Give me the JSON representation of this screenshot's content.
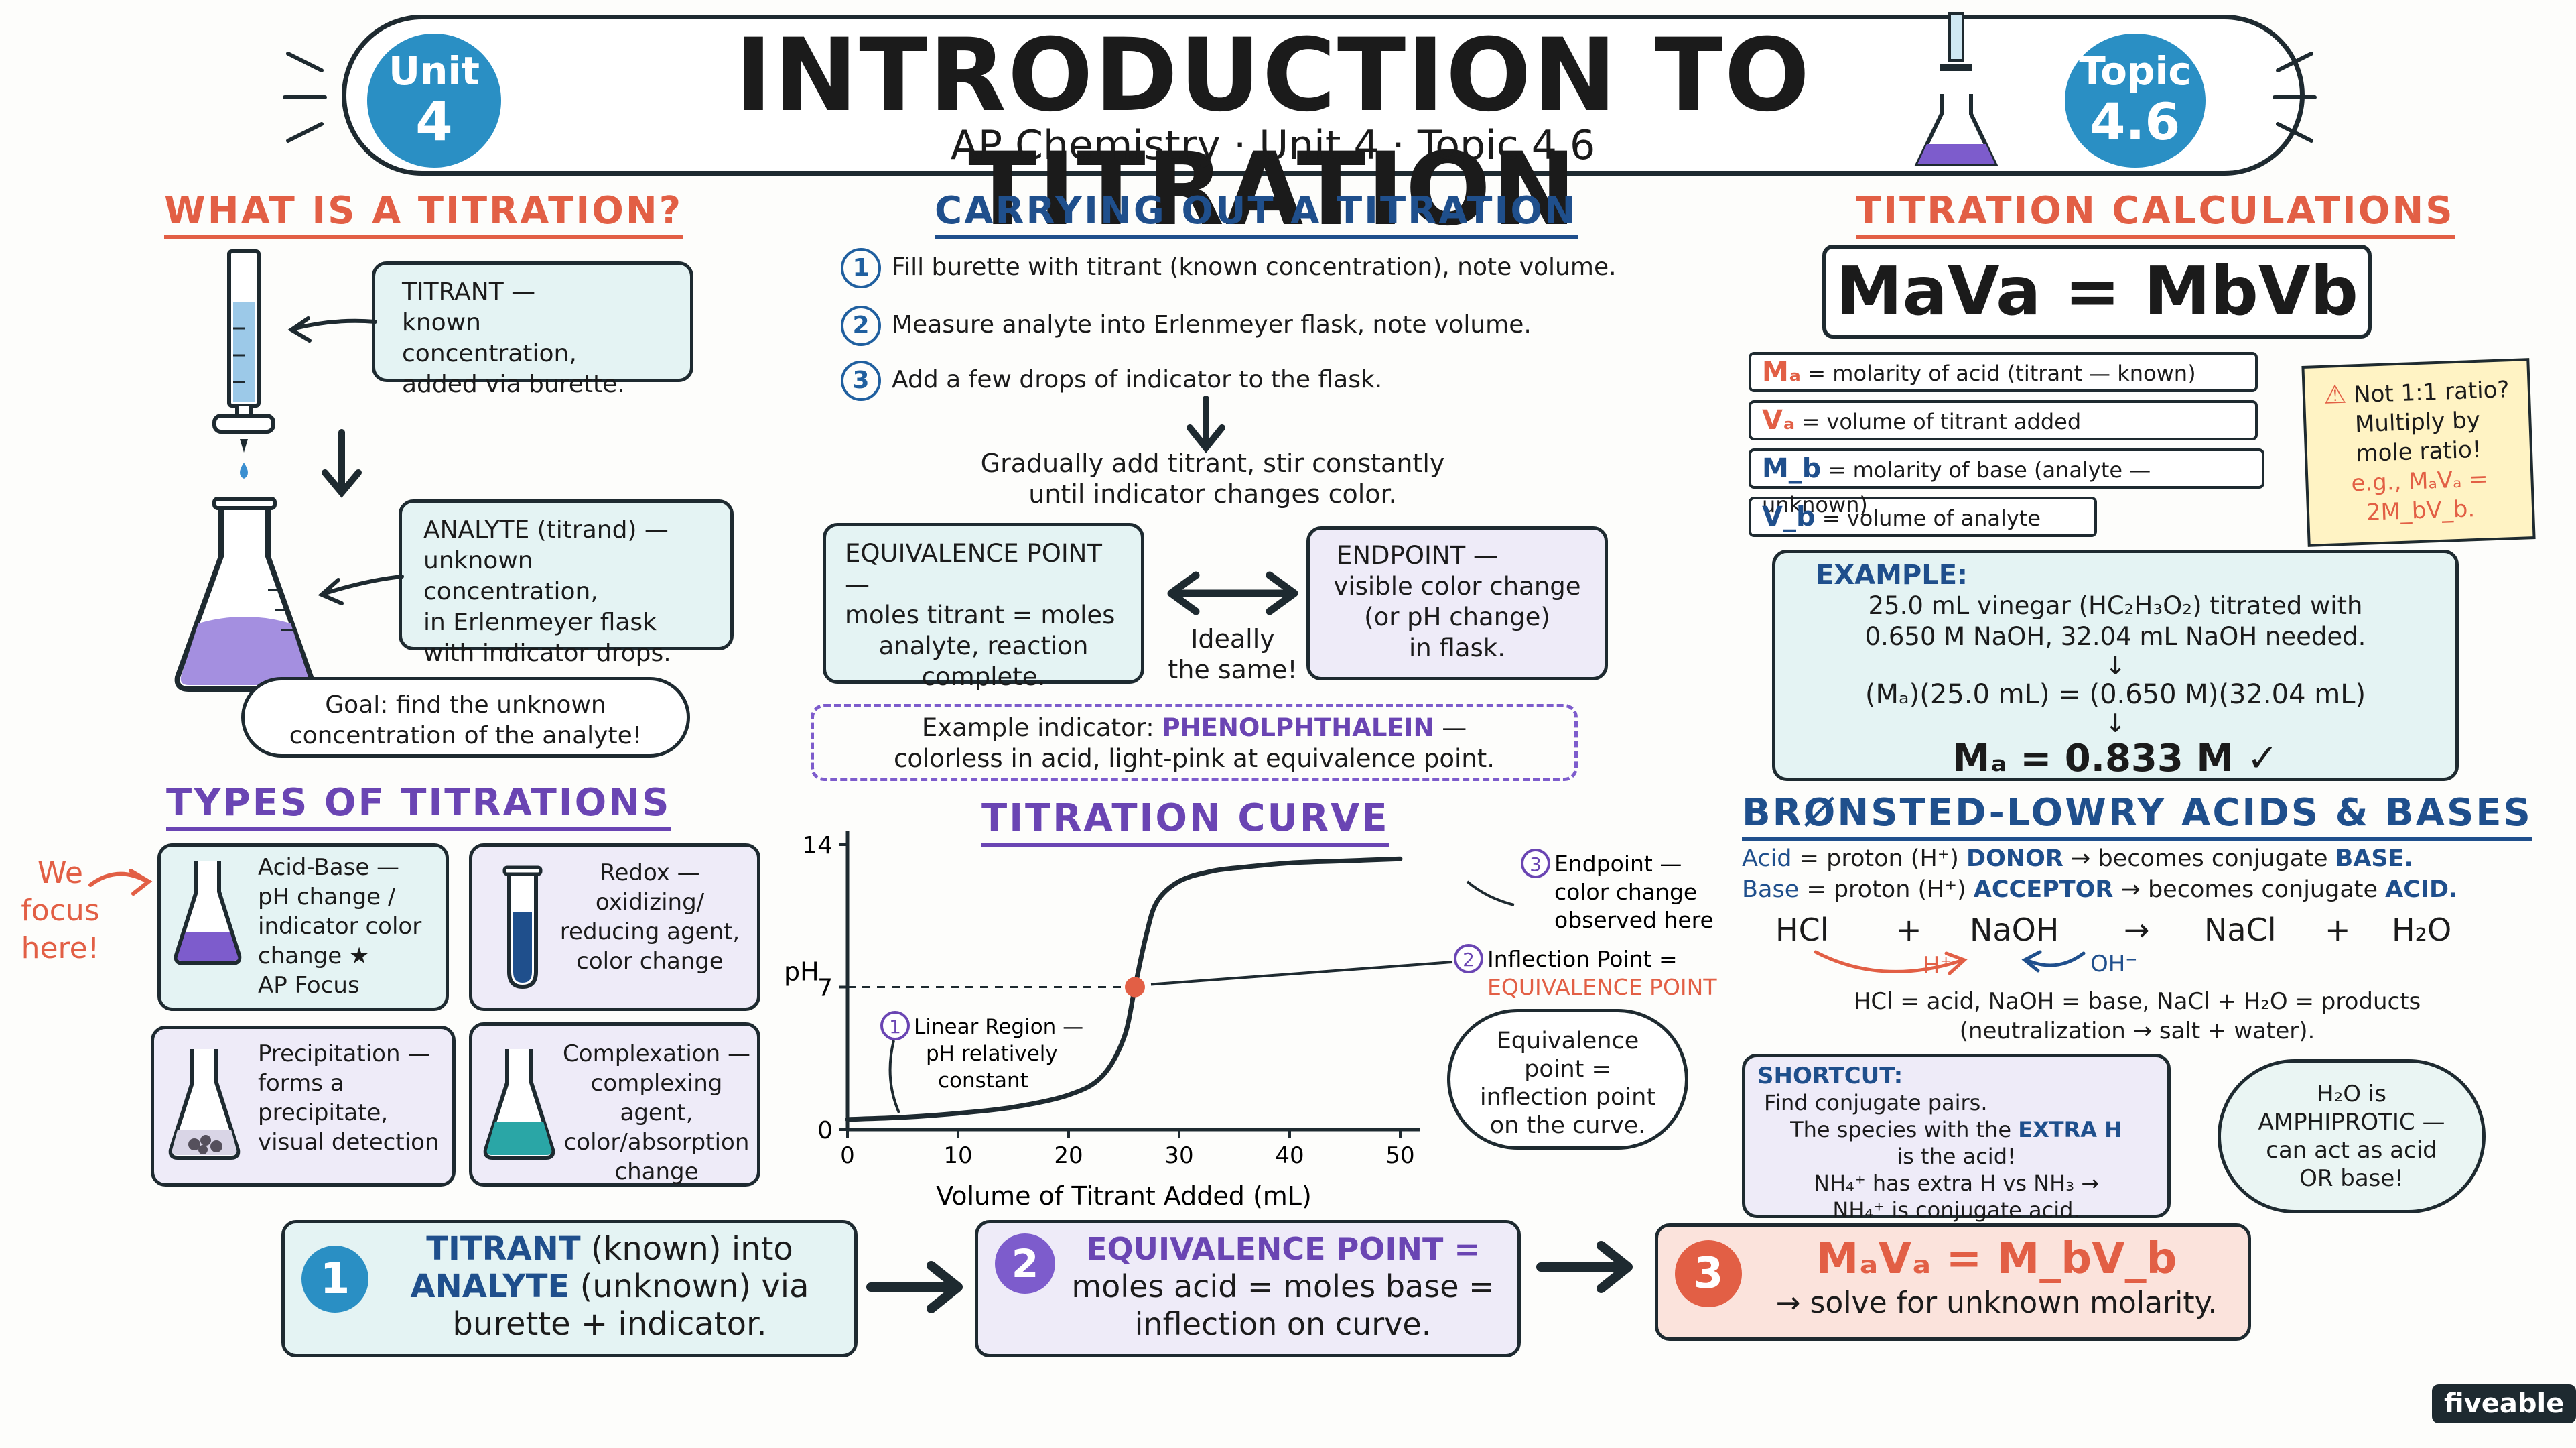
{
  "header": {
    "title": "INTRODUCTION TO TITRATION",
    "subtitle": "AP Chemistry · Unit 4 · Topic 4.6",
    "unit_badge": [
      "Unit",
      "4"
    ],
    "topic_badge": [
      "Topic",
      "4.6"
    ]
  },
  "what": {
    "title": "WHAT IS A TITRATION?",
    "titrant_box": [
      "TITRANT —",
      "known concentration,",
      "added via burette."
    ],
    "analyte_box": [
      "ANALYTE (titrand) —",
      "unknown concentration,",
      "in Erlenmeyer flask",
      "with indicator drops."
    ],
    "goal": [
      "Goal: find the unknown",
      "concentration of the analyte!"
    ]
  },
  "types": {
    "title": "TYPES OF TITRATIONS",
    "we_focus": [
      "We",
      "focus",
      "here!"
    ],
    "cards": [
      {
        "lines": [
          "Acid-Base —",
          "pH change /",
          "indicator color",
          "change ★",
          "AP Focus"
        ]
      },
      {
        "lines": [
          "Redox —",
          "oxidizing/",
          "reducing agent,",
          "color change"
        ]
      },
      {
        "lines": [
          "Precipitation —",
          "forms a",
          "precipitate,",
          "visual detection"
        ]
      },
      {
        "lines": [
          "Complexation —",
          "complexing agent,",
          "color/absorption",
          "change"
        ]
      }
    ]
  },
  "carrying": {
    "title": "CARRYING OUT A TITRATION",
    "steps": [
      {
        "n": "1",
        "text": "Fill burette with titrant (known concentration), note volume."
      },
      {
        "n": "2",
        "text": "Measure analyte into Erlenmeyer flask, note volume."
      },
      {
        "n": "3",
        "text": "Add a few drops of indicator to the flask."
      }
    ],
    "gradual": [
      "Gradually add titrant, stir constantly",
      "until indicator changes color."
    ],
    "equivalence_box": [
      "EQUIVALENCE POINT—",
      "moles titrant = moles",
      "analyte, reaction",
      "complete."
    ],
    "endpoint_box": [
      "ENDPOINT —",
      "visible color change",
      "(or pH change)",
      "in flask."
    ],
    "ideally": [
      "Ideally",
      "the same!"
    ],
    "indicator_prefix": "Example indicator:",
    "indicator_name": "PHENOLPHTHALEIN",
    "indicator_suffix": "—",
    "indicator_line2": "colorless in acid, light-pink at equivalence point."
  },
  "curve": {
    "title": "TITRATION CURVE",
    "ylabel": "pH",
    "xlabel": "Volume of Titrant Added (mL)",
    "y_ticks": [
      "0",
      "7",
      "14"
    ],
    "x_ticks": [
      "0",
      "10",
      "20",
      "30",
      "40",
      "50"
    ],
    "labels": {
      "endpoint": [
        "Endpoint —",
        "color change",
        "observed here"
      ],
      "endpoint_n": "3",
      "inflection": [
        "Inflection Point ="
      ],
      "inflection_red": "EQUIVALENCE POINT",
      "inflection_n": "2",
      "linear": [
        "Linear Region —",
        "pH relatively",
        "constant"
      ],
      "linear_n": "1"
    },
    "cloud": [
      "Equivalence",
      "point =",
      "inflection point",
      "on the curve."
    ]
  },
  "chart_data": {
    "type": "line",
    "title": "TITRATION CURVE",
    "xlabel": "Volume of Titrant Added (mL)",
    "ylabel": "pH",
    "xlim": [
      0,
      50
    ],
    "ylim": [
      0,
      14
    ],
    "x": [
      0,
      5,
      10,
      15,
      20,
      23,
      25,
      26,
      27,
      28,
      30,
      33,
      36,
      40,
      45,
      50
    ],
    "y": [
      0.5,
      0.6,
      0.8,
      1.1,
      1.7,
      2.6,
      4.5,
      7,
      9.5,
      11.2,
      12.2,
      12.7,
      12.9,
      13.1,
      13.2,
      13.3
    ],
    "equivalence_point": {
      "x": 26,
      "y": 7
    }
  },
  "calc": {
    "title": "TITRATION CALCULATIONS",
    "formula": "MaVa = MbVb",
    "defs": [
      {
        "sym": "Mₐ",
        "text": "= molarity of acid (titrant — known)"
      },
      {
        "sym": "Vₐ",
        "text": "= volume of titrant added"
      },
      {
        "sym": "M_b",
        "text": "= molarity of base (analyte — unknown)"
      },
      {
        "sym": "V_b",
        "text": "= volume of analyte"
      }
    ],
    "note": [
      "Not 1:1 ratio?",
      "Multiply by",
      "mole ratio!",
      "e.g., MₐVₐ =",
      "2M_bV_b."
    ],
    "example_title": "EXAMPLE:",
    "example_lines": [
      "25.0 mL vinegar (HC₂H₃O₂) titrated with",
      "0.650 M NaOH, 32.04 mL NaOH needed."
    ],
    "example_eq": "(Mₐ)(25.0 mL) = (0.650 M)(32.04 mL)",
    "example_result": "Mₐ = 0.833 M ✓"
  },
  "bronsted": {
    "title": "BRØNSTED-LOWRY ACIDS & BASES",
    "acid_def": [
      "Acid",
      "= proton (H⁺)",
      "DONOR",
      "→ becomes conjugate",
      "BASE."
    ],
    "base_def": [
      "Base",
      "= proton (H⁺)",
      "ACCEPTOR",
      "→ becomes conjugate",
      "ACID."
    ],
    "reaction": [
      "HCl",
      "+",
      "NaOH",
      "→",
      "NaCl",
      "+",
      "H₂O"
    ],
    "h_label": "H⁺",
    "oh_label": "OH⁻",
    "roles": [
      "HCl = acid,   NaOH = base,   NaCl + H₂O = products",
      "(neutralization → salt + water)."
    ],
    "shortcut_title": "SHORTCUT:",
    "shortcut_lines": [
      "Find conjugate pairs.",
      "The species with the",
      "EXTRA H",
      "is the acid!",
      "NH₄⁺ has extra H vs NH₃ →",
      "NH₄⁺ is conjugate acid."
    ],
    "amphi": [
      "H₂O is",
      "AMPHIPROTIC —",
      "can act as acid",
      "OR base!"
    ]
  },
  "summary": [
    {
      "n": "1",
      "parts": [
        "TITRANT",
        " (known) into",
        "ANALYTE",
        " (unknown) via",
        "burette + indicator."
      ]
    },
    {
      "n": "2",
      "parts": [
        "EQUIVALENCE POINT",
        " =",
        "moles acid = moles base =",
        "inflection on curve."
      ]
    },
    {
      "n": "3",
      "parts": [
        "MₐVₐ = M_bV_b",
        "→ solve for unknown molarity."
      ]
    }
  ],
  "brand": "fiveable",
  "colors": {
    "red": "#e25f45",
    "blue": "#1f4f8c",
    "purple": "#6a45b3",
    "teal": "#e4f3f3",
    "lavender": "#eeebf8",
    "pink": "#fbe3dc"
  }
}
